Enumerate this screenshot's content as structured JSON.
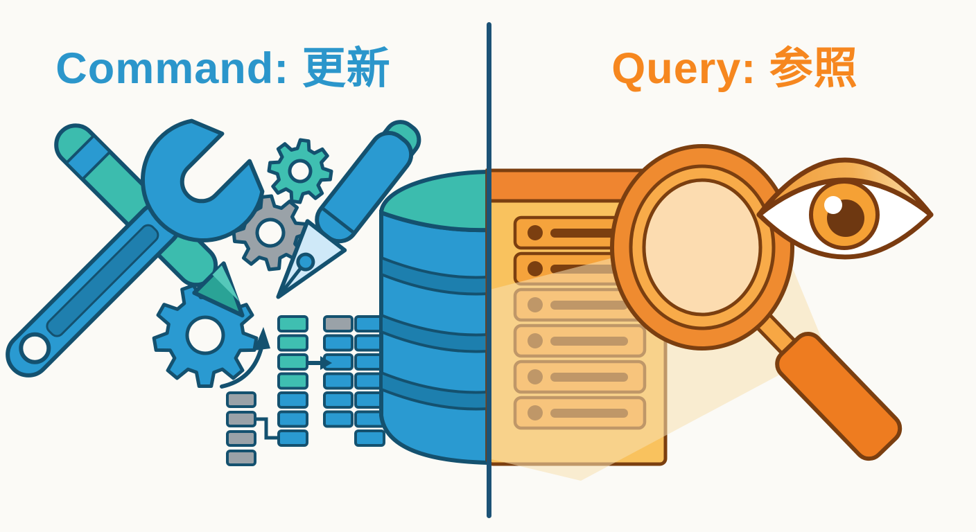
{
  "meta": {
    "description": "Split illustration comparing Command (update/write) vs Query (reference/read)"
  },
  "canvas": {
    "background": "#fbfaf6",
    "divider_color": "#1c5276"
  },
  "left_section": {
    "title": "Command: 更新",
    "title_color": "#2b96cb",
    "theme": {
      "primary_blue": "#2a9ad1",
      "dark_blue_stripe": "#1f7fae",
      "teal": "#3cbcae",
      "teal_dark": "#2aa396",
      "gray": "#9aa2a8",
      "outline": "#14516f",
      "pen_nib_light_blue": "#cfe9f8"
    },
    "flow_blocks": {
      "mid_column": [
        "teal",
        "teal",
        "teal",
        "teal",
        "blue",
        "blue",
        "blue"
      ],
      "column_a": [
        "gray",
        "blue",
        "blue",
        "blue",
        "blue",
        "blue"
      ],
      "column_b": [
        "blue",
        "blue",
        "blue",
        "blue",
        "blue",
        "blue",
        "blue"
      ],
      "gray_column": [
        "gray",
        "gray",
        "gray",
        "gray"
      ]
    },
    "icons": [
      "pencil-icon",
      "wrench-icon",
      "fountain-pen-icon",
      "gear-icon-teal",
      "gear-icon-gray",
      "gear-icon-blue",
      "flow-blocks",
      "curved-arrow-icon",
      "right-arrow-icon",
      "database-icon"
    ]
  },
  "right_section": {
    "title": "Query: 参照",
    "title_color": "#f6871f",
    "theme": {
      "header_orange": "#ef8530",
      "panel_amber": "#f9c25e",
      "row_orange": "#f5a33c",
      "outline_brown": "#7b3f10",
      "ring_orange": "#ef8b30",
      "ring_light": "#f8ab49",
      "handle_orange": "#ee7c20",
      "beam_cream": "#f7e0b0",
      "iris_orange": "#f5a135",
      "pupil_brown": "#6e3811"
    },
    "list_rows": 6,
    "icons": [
      "list-panel",
      "magnifier-icon",
      "eye-icon",
      "light-beam"
    ]
  }
}
